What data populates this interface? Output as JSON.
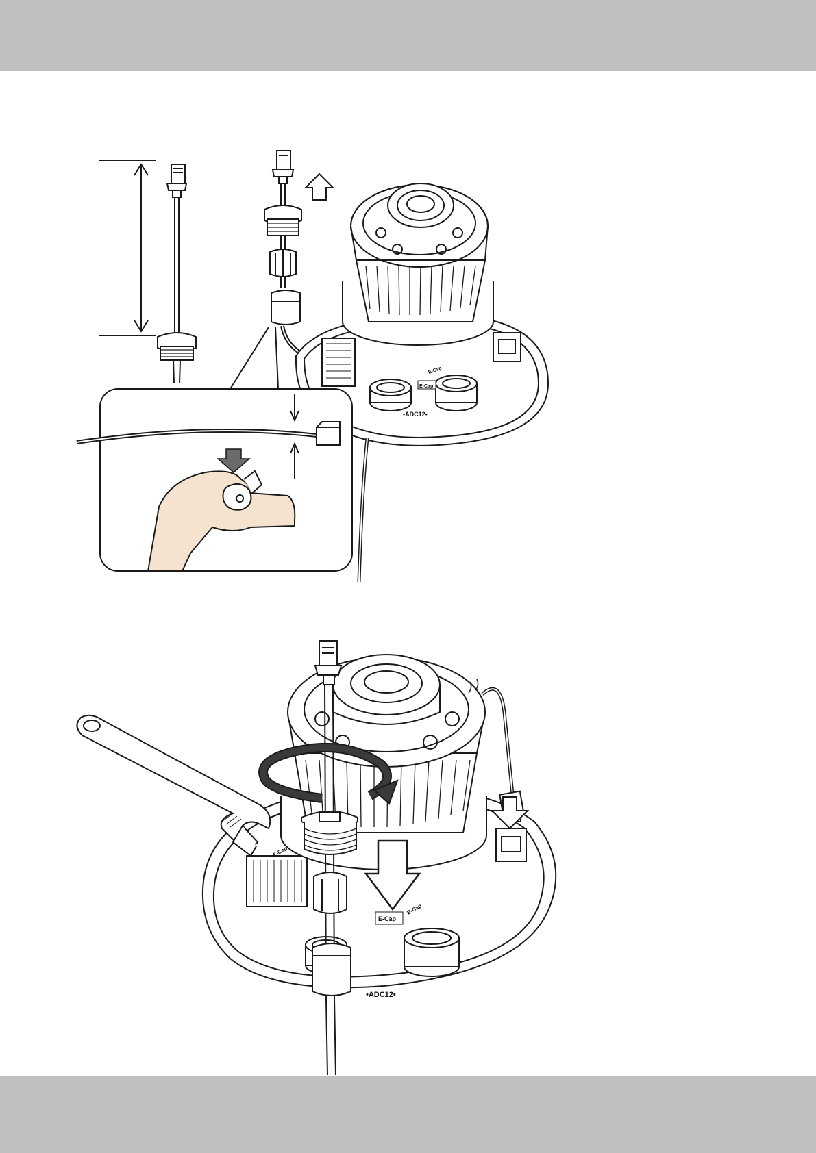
{
  "labels": {
    "e_cap_top_1": "E-Cap",
    "e_cap_top_2": "E-Cap",
    "adc_top": "•ADC12•",
    "e_cap_bottom_1": "E-Cap",
    "e_cap_bottom_2": "E-Cap",
    "e_cap_bottom_3": "E-Cap",
    "adc_bottom": "•ADC12•"
  },
  "colors": {
    "header_band": "#c0c0c0",
    "footer_band": "#c0c0c0",
    "line_art": "#1a1a1a",
    "skin": "#f6e3cf",
    "arrow_fill": "#6b6b6b"
  }
}
